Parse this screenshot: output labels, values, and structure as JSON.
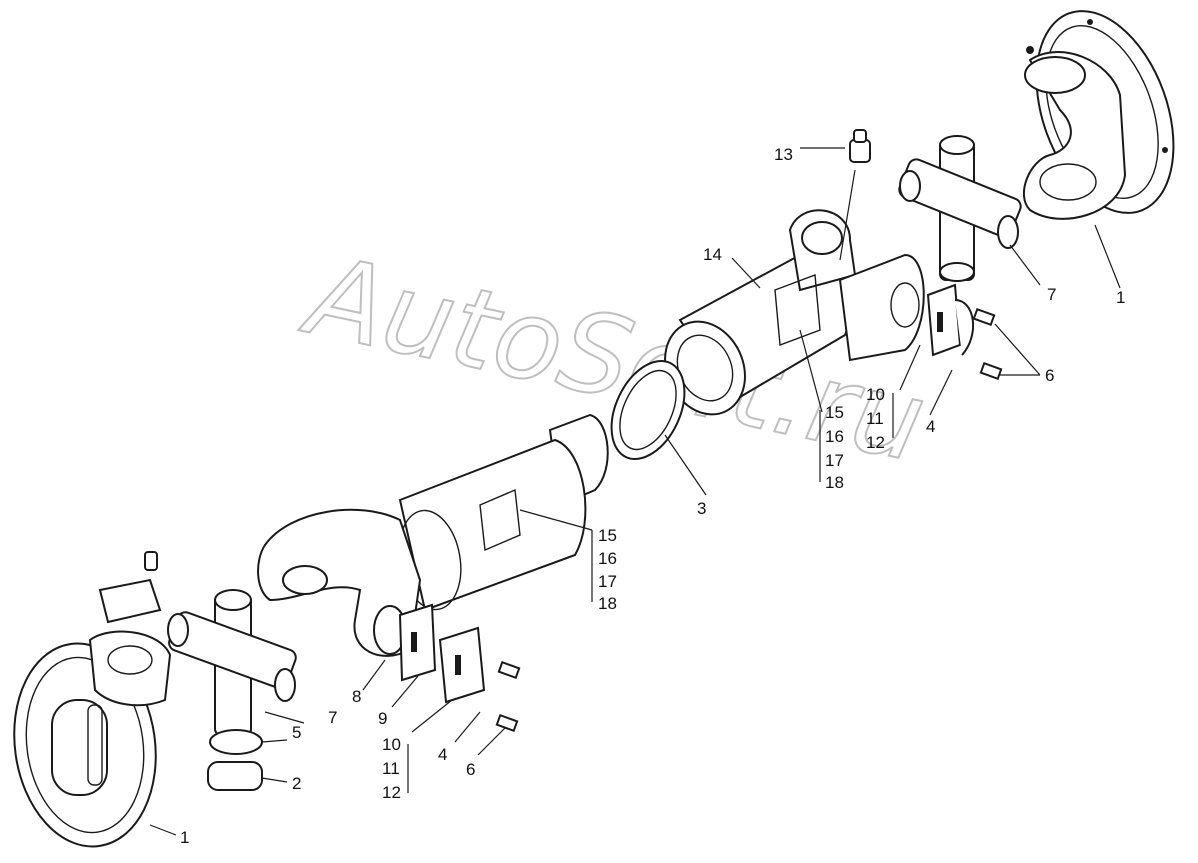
{
  "watermark": "AutoSoft.ru",
  "labels": {
    "l1_top": "1",
    "l1_bottom": "1",
    "l2": "2",
    "l3": "3",
    "l4_right": "4",
    "l4_bottom": "4",
    "l5": "5",
    "l6_right": "6",
    "l6_bottom": "6",
    "l7_right": "7",
    "l7_left": "7",
    "l8": "8",
    "l9": "9",
    "l13": "13",
    "l14": "14",
    "group_top_a": [
      "10",
      "11",
      "12"
    ],
    "group_bottom_a": [
      "10",
      "11",
      "12"
    ],
    "group_top_b": [
      "15",
      "16",
      "17",
      "18"
    ],
    "group_bottom_b": [
      "15",
      "16",
      "17",
      "18"
    ]
  }
}
